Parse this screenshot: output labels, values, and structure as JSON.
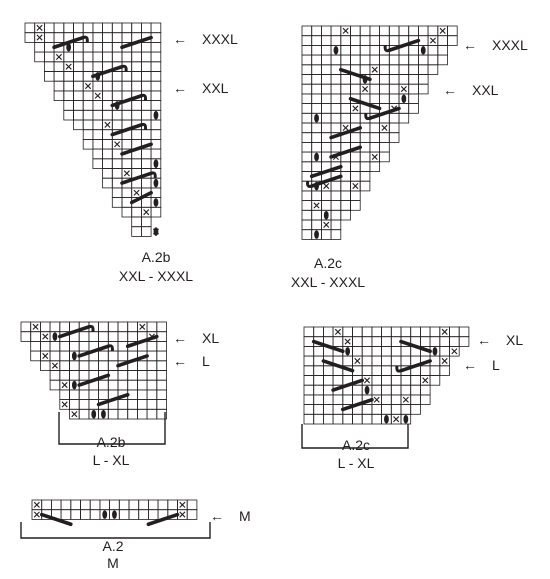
{
  "colors": {
    "ink": "#231f20",
    "background": "#ffffff"
  },
  "arrow_glyph": "←",
  "charts": [
    {
      "id": "a2b-xxl-xxxl",
      "name": "A.2b",
      "sizes": "XXL - XXXL",
      "markers": [
        {
          "size": "XXXL"
        },
        {
          "size": "XXL"
        }
      ]
    },
    {
      "id": "a2c-xxl-xxxl",
      "name": "A.2c",
      "sizes": "XXL - XXXL",
      "markers": [
        {
          "size": "XXXL"
        },
        {
          "size": "XXL"
        }
      ]
    },
    {
      "id": "a2b-l-xl",
      "name": "A.2b",
      "sizes": "L - XL",
      "markers": [
        {
          "size": "XL"
        },
        {
          "size": "L"
        }
      ]
    },
    {
      "id": "a2c-l-xl",
      "name": "A.2c",
      "sizes": "L - XL",
      "markers": [
        {
          "size": "XL"
        },
        {
          "size": "L"
        }
      ]
    },
    {
      "id": "a2-m",
      "name": "A.2",
      "sizes": "M",
      "markers": [
        {
          "size": "M"
        }
      ]
    }
  ]
}
